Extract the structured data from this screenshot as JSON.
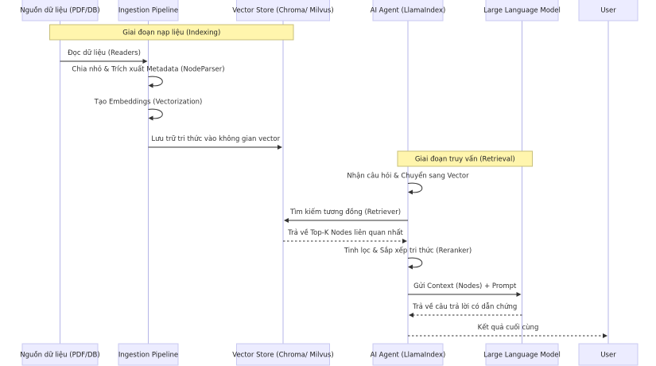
{
  "participants": [
    {
      "id": "src",
      "label": "Nguồn dữ liệu (PDF/DB)"
    },
    {
      "id": "ing",
      "label": "Ingestion Pipeline"
    },
    {
      "id": "vec",
      "label": "Vector Store (Chroma/ Milvus)"
    },
    {
      "id": "agent",
      "label": "AI Agent (LlamaIndex)"
    },
    {
      "id": "llm",
      "label": "Large Language Model"
    },
    {
      "id": "user",
      "label": "User"
    }
  ],
  "notes": [
    {
      "text": "Giai đoạn nạp liệu (Indexing)",
      "from": "src",
      "to": "vec"
    },
    {
      "text": "Giai đoạn truy vấn (Retrieval)",
      "from": "agent",
      "to": "llm"
    }
  ],
  "messages": [
    {
      "from": "src",
      "to": "ing",
      "text": "Đọc dữ liệu (Readers)",
      "style": "solid"
    },
    {
      "from": "ing",
      "to": "ing",
      "text": "Chia nhỏ & Trích xuất Metadata (NodeParser)",
      "style": "solid"
    },
    {
      "from": "ing",
      "to": "ing",
      "text": "Tạo Embeddings (Vectorization)",
      "style": "solid"
    },
    {
      "from": "ing",
      "to": "vec",
      "text": "Lưu trữ tri thức vào không gian vector",
      "style": "solid"
    },
    {
      "from": "agent",
      "to": "agent",
      "text": "Nhận câu hỏi & Chuyển sang Vector",
      "style": "solid"
    },
    {
      "from": "agent",
      "to": "vec",
      "text": "Tìm kiếm tương đồng (Retriever)",
      "style": "solid"
    },
    {
      "from": "vec",
      "to": "agent",
      "text": "Trả về Top-K Nodes liên quan nhất",
      "style": "dashed"
    },
    {
      "from": "agent",
      "to": "agent",
      "text": "Tinh lọc & Sắp xếp tri thức (Reranker)",
      "style": "solid"
    },
    {
      "from": "agent",
      "to": "llm",
      "text": "Gửi Context (Nodes) + Prompt",
      "style": "solid"
    },
    {
      "from": "llm",
      "to": "agent",
      "text": "Trả về câu trả lời có dẫn chứng",
      "style": "dashed"
    },
    {
      "from": "agent",
      "to": "user",
      "text": "Kết quả cuối cùng",
      "style": "dashed"
    }
  ]
}
